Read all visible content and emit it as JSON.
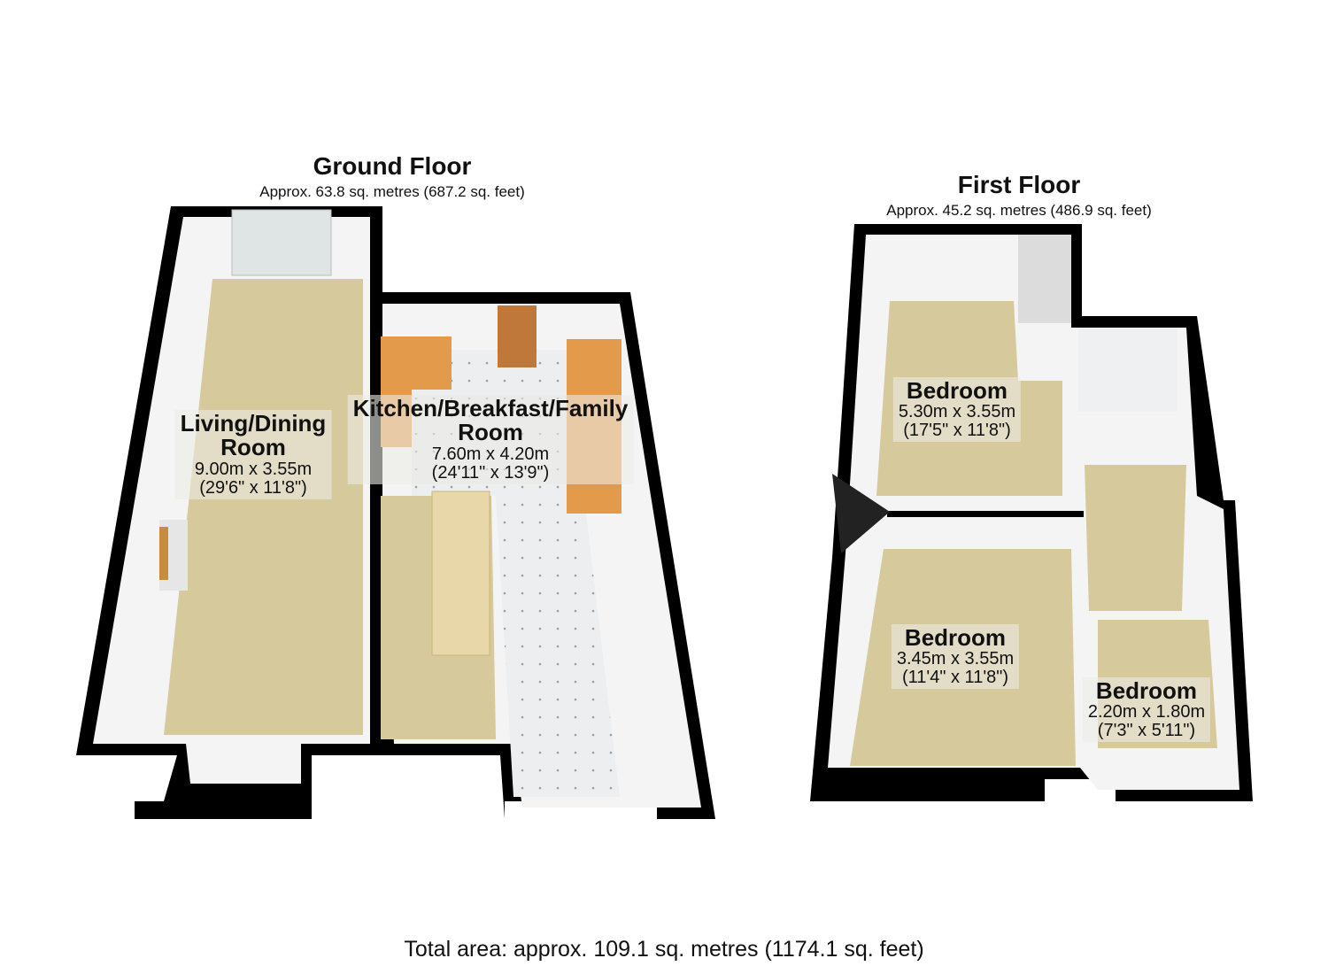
{
  "ground_floor": {
    "title": "Ground Floor",
    "area": "Approx. 63.8 sq. metres (687.2 sq. feet)",
    "rooms": [
      {
        "name": "Living/Dining",
        "name2": "Room",
        "metric": "9.00m x 3.55m",
        "imperial": "(29'6\" x 11'8\")"
      },
      {
        "name": "Kitchen/Breakfast/Family",
        "name2": "Room",
        "metric": "7.60m x 4.20m",
        "imperial": "(24'11\" x 13'9\")"
      }
    ]
  },
  "first_floor": {
    "title": "First Floor",
    "area": "Approx. 45.2 sq. metres (486.9 sq. feet)",
    "rooms": [
      {
        "name": "Bedroom",
        "metric": "5.30m x 3.55m",
        "imperial": "(17'5\" x 11'8\")"
      },
      {
        "name": "Bedroom",
        "metric": "3.45m x 3.55m",
        "imperial": "(11'4\" x 11'8\")"
      },
      {
        "name": "Bedroom",
        "metric": "2.20m x 1.80m",
        "imperial": "(7'3\" x 5'11\")"
      }
    ]
  },
  "total_area": "Total area: approx. 109.1 sq. metres (1174.1 sq. feet)",
  "colors": {
    "wall": "#000000",
    "carpet": "#d6c99c",
    "tile": "#e6e8ea",
    "worktop": "#e39a4a",
    "glass": "#cfe9e6"
  }
}
